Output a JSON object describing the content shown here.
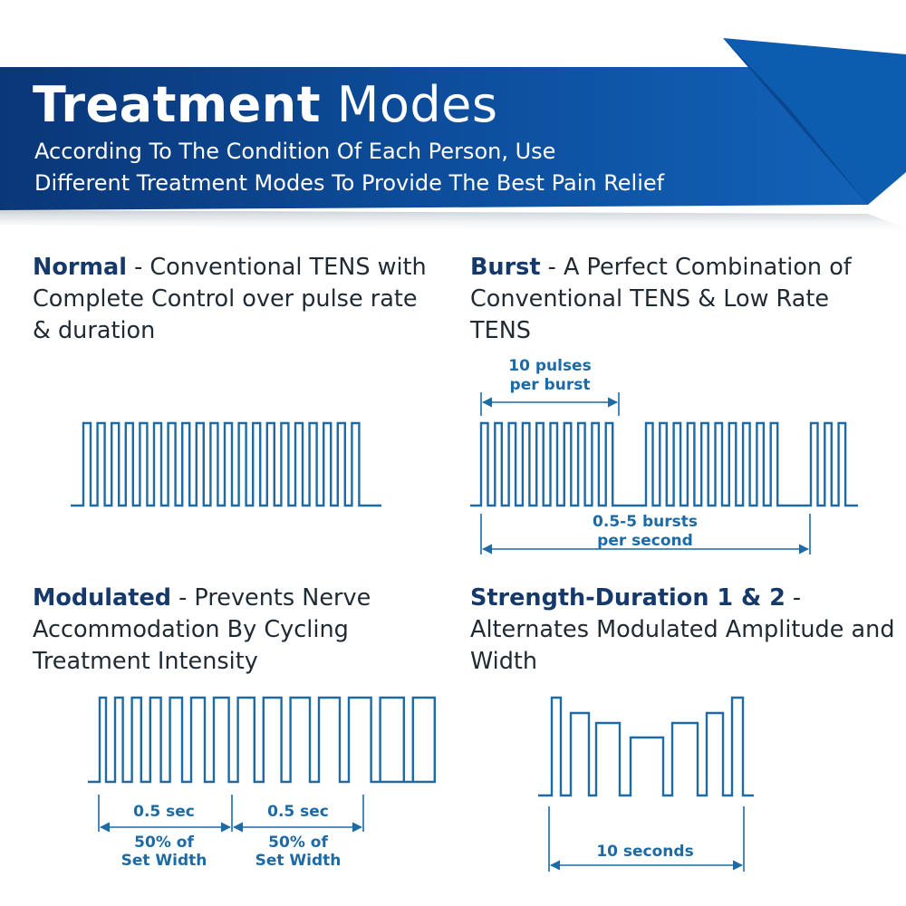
{
  "header": {
    "title_bold": "Treatment",
    "title_light": "Modes",
    "subtitle_line1": "According To The Condition Of Each Person, Use",
    "subtitle_line2": "Different Treatment Modes To Provide The Best Pain Relief"
  },
  "modes": {
    "normal": {
      "name": "Normal",
      "description": " - Conventional TENS with Complete Control over pulse rate & duration"
    },
    "burst": {
      "name": "Burst",
      "description": " - A Perfect Combination of Conventional TENS & Low Rate TENS",
      "pulses_label_1": "10 pulses",
      "pulses_label_2": "per burst",
      "bursts_label_1": "0.5-5 bursts",
      "bursts_label_2": "per second"
    },
    "modulated": {
      "name": "Modulated",
      "description": " - Prevents Nerve Accommodation By Cycling Treatment Intensity",
      "interval_1_time": "0.5 sec",
      "interval_1_width_1": "50% of",
      "interval_1_width_2": "Set Width",
      "interval_2_time": "0.5 sec",
      "interval_2_width_1": "50% of",
      "interval_2_width_2": "Set Width"
    },
    "strength_duration": {
      "name": "Strength-Duration 1 & 2",
      "description": " - Alternates Modulated Amplitude and Width",
      "period_label": "10 seconds"
    }
  },
  "colors": {
    "banner_blue": "#0d4f9e",
    "banner_dark": "#0a3778",
    "heading_navy": "#15396b",
    "wave_blue": "#1d6aa5",
    "text_dark": "#1f2a33"
  }
}
